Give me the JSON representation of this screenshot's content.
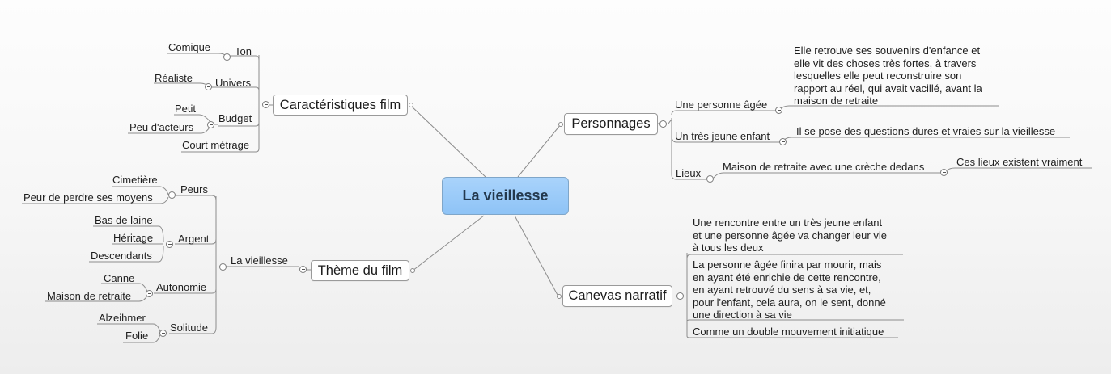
{
  "central": "La vieillesse",
  "caracteristiques": {
    "label": "Caractéristiques film",
    "ton": {
      "label": "Ton",
      "items": [
        "Comique"
      ]
    },
    "univers": {
      "label": "Univers",
      "items": [
        "Réaliste"
      ]
    },
    "budget": {
      "label": "Budget",
      "items": [
        "Petit",
        "Peu d'acteurs"
      ]
    },
    "court": "Court métrage"
  },
  "theme": {
    "label": "Thème du film",
    "vieillesse": "La vieillesse",
    "peurs": {
      "label": "Peurs",
      "items": [
        "Cimetière",
        "Peur de perdre ses moyens"
      ]
    },
    "argent": {
      "label": "Argent",
      "items": [
        "Bas de laine",
        "Héritage",
        "Descendants"
      ]
    },
    "autonomie": {
      "label": "Autonomie",
      "items": [
        "Canne",
        "Maison de retraite"
      ]
    },
    "solitude": {
      "label": "Solitude",
      "items": [
        "Alzeihmer",
        "Folie"
      ]
    }
  },
  "personnages": {
    "label": "Personnages",
    "agee": {
      "label": "Une personne âgée",
      "lines": [
        "Elle retrouve ses souvenirs d'enfance et",
        "elle vit des choses très fortes, à travers",
        "lesquelles elle peut reconstruire son",
        "rapport au réel, qui avait vacillé, avant la",
        "maison de retraite"
      ]
    },
    "enfant": {
      "label": "Un très jeune enfant",
      "detail": "Il se pose des questions dures et vraies sur la vieillesse"
    },
    "lieux": {
      "label": "Lieux",
      "maison": "Maison de retraite avec une crèche dedans",
      "detail": "Ces lieux existent vraiment"
    }
  },
  "canevas": {
    "label": "Canevas narratif",
    "p1": [
      "Une rencontre entre un très jeune enfant",
      "et une personne âgée va changer leur vie",
      "à tous les deux"
    ],
    "p2": [
      "La personne âgée finira par mourir, mais",
      "en ayant été enrichie de cette rencontre,",
      "en ayant retrouvé du sens à sa vie, et,",
      "pour l'enfant, cela aura, on le sent, donné",
      "une direction à sa vie"
    ],
    "p3": "Comme un double mouvement initiatique"
  }
}
